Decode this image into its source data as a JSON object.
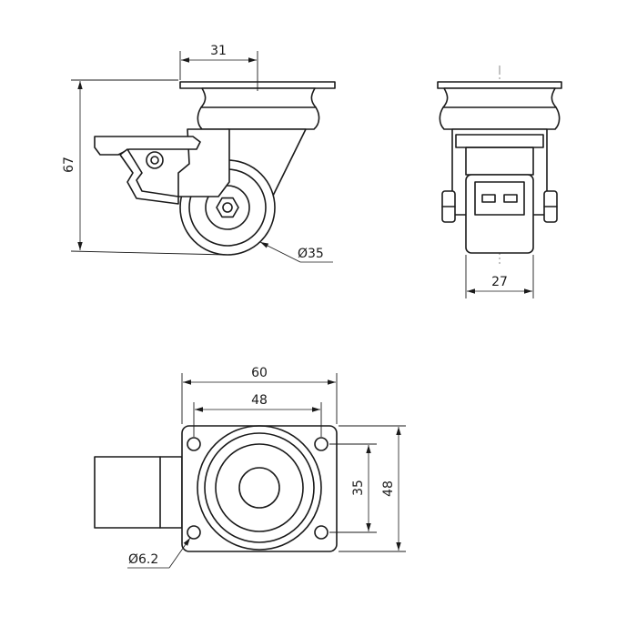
{
  "dimensions": {
    "side_view": {
      "plate_offset": "31",
      "height": "67",
      "wheel_diameter": "Ø35"
    },
    "front_view": {
      "wheel_width": "27"
    },
    "top_view": {
      "plate_length": "60",
      "hole_spacing_length": "48",
      "hole_spacing_width": "35",
      "plate_width": "48",
      "hole_diameter": "Ø6.2"
    }
  }
}
